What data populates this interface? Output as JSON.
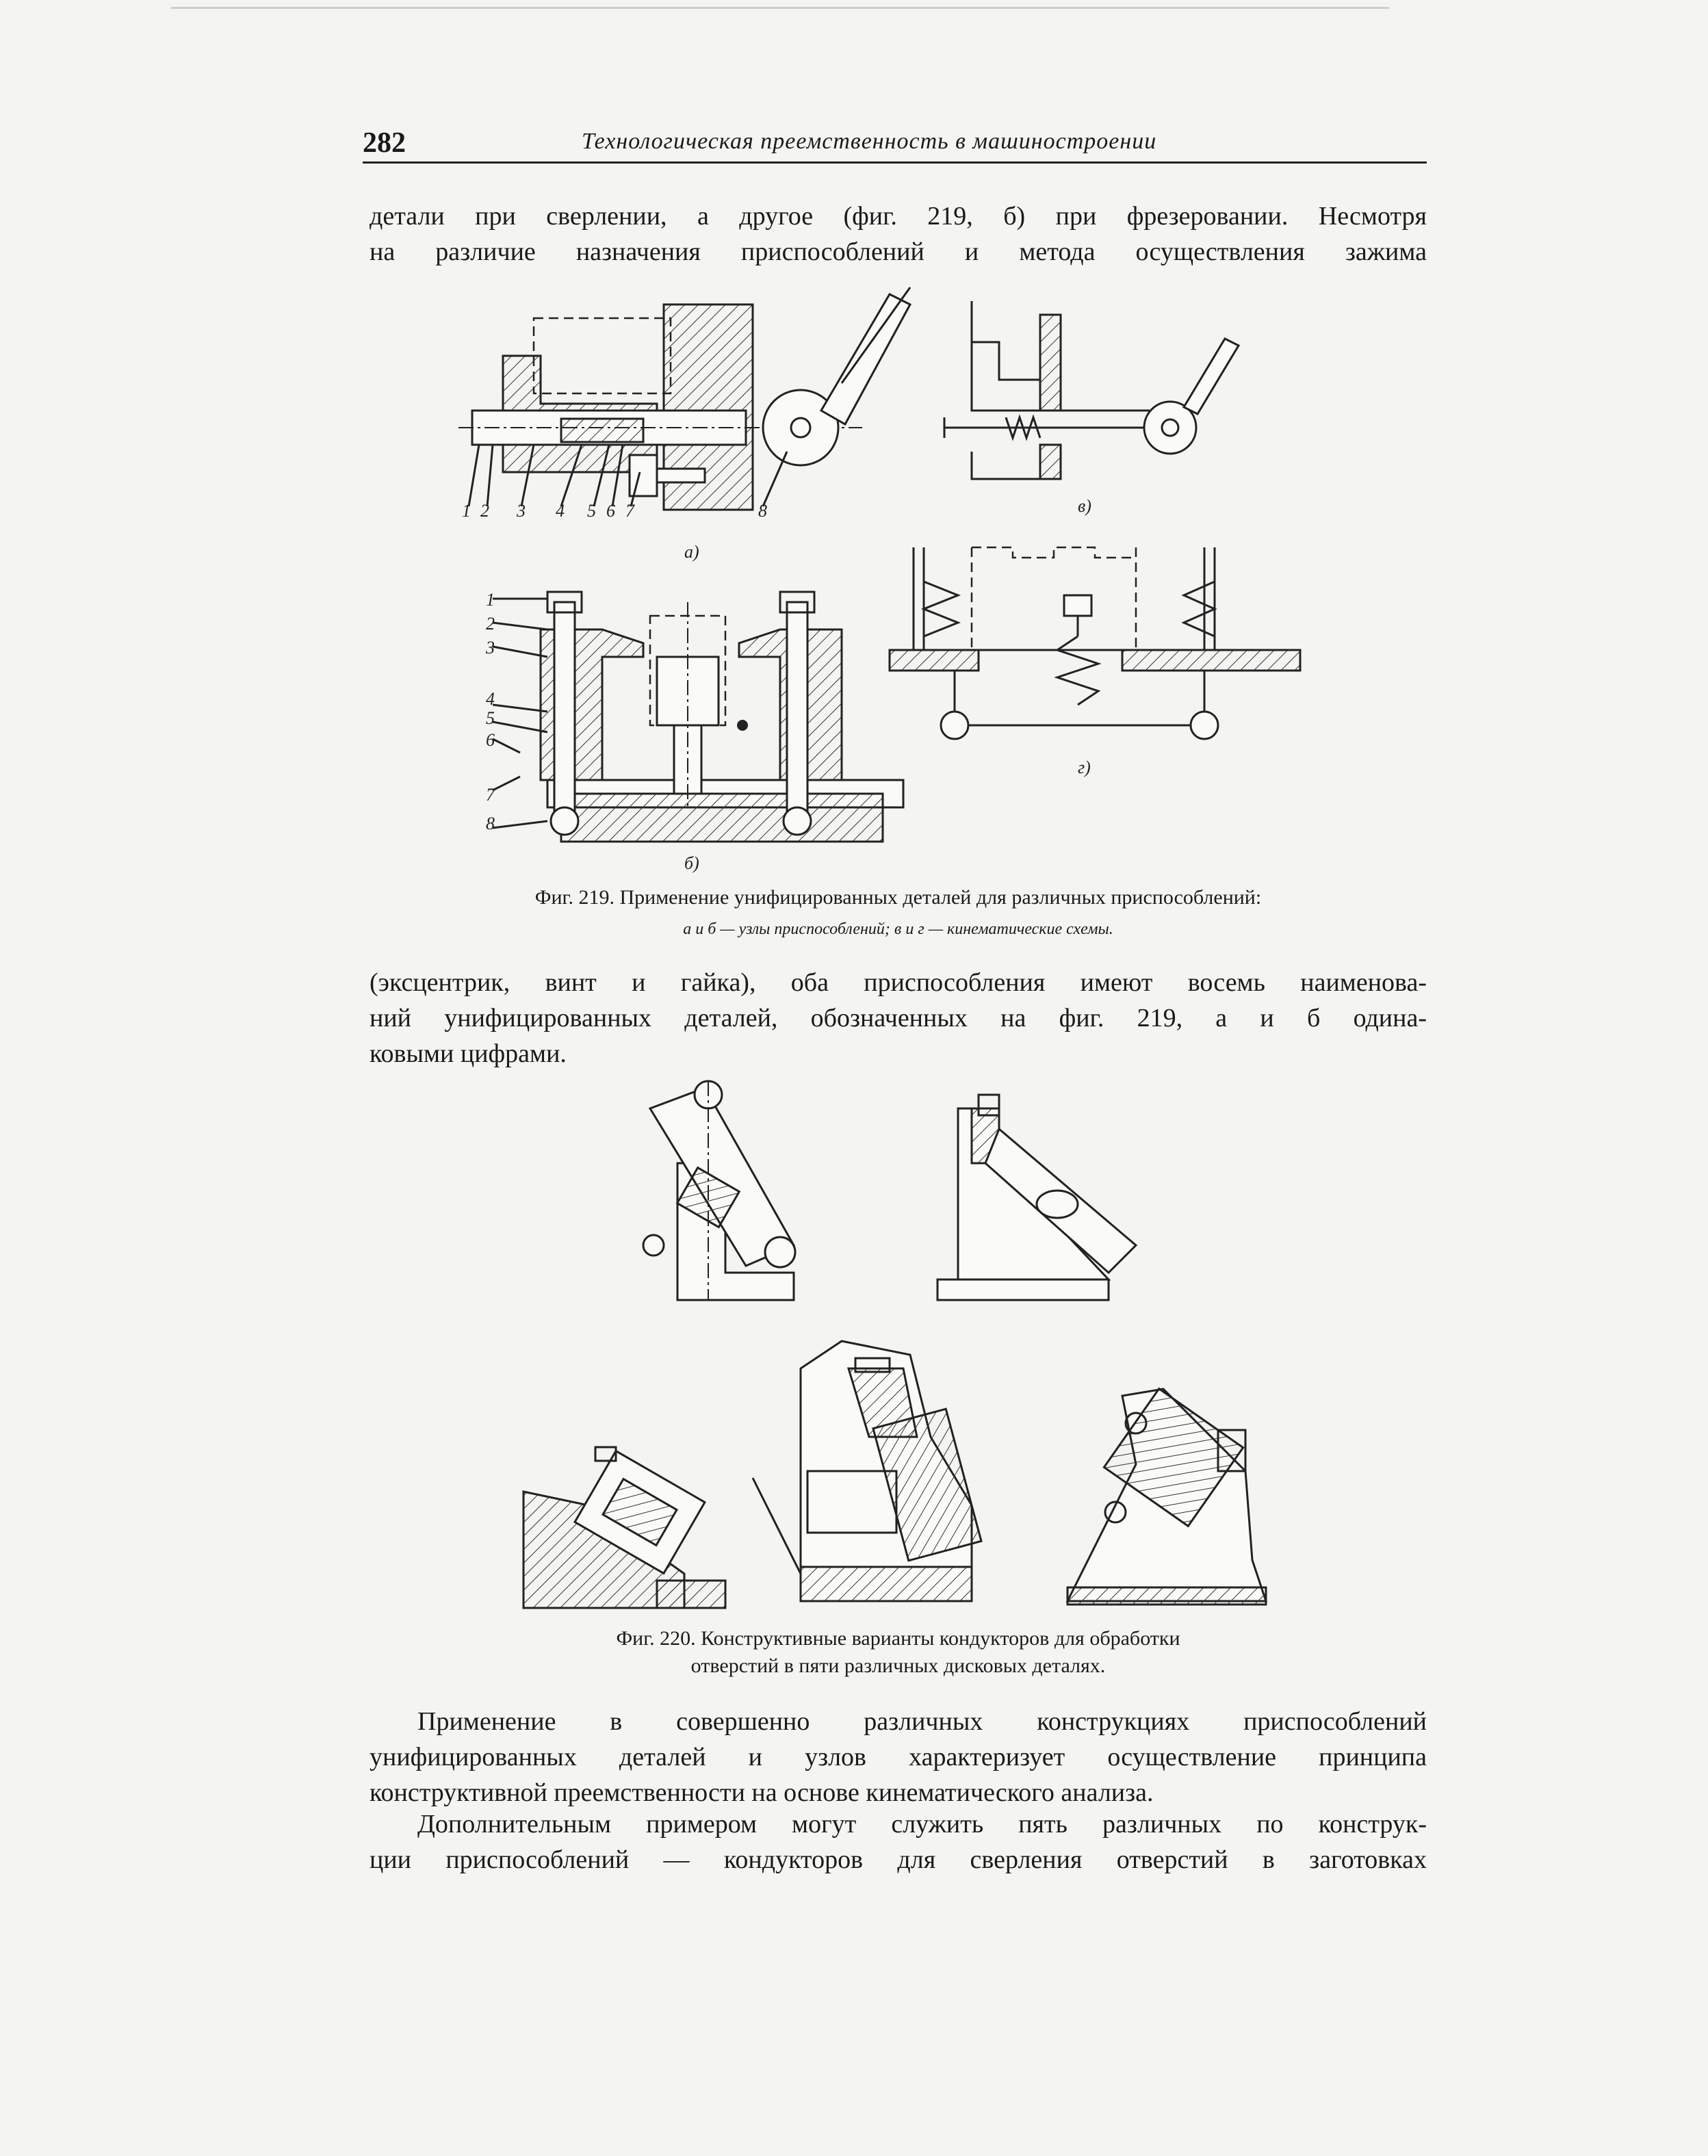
{
  "header": {
    "page_number": "282",
    "running_title": "Технологическая преемственность в машиностроении"
  },
  "paragraph_top": {
    "line1": "детали при сверлении, а другое (фиг. 219, б) при фрезеровании. Несмотря",
    "line2": "на различие назначения приспособлений и метода осуществления зажима"
  },
  "fig219": {
    "label_a": "а)",
    "label_b": "б)",
    "label_v": "в)",
    "label_g": "г)",
    "numbers_a": [
      "1",
      "2",
      "3",
      "4",
      "5",
      "6",
      "7",
      "8"
    ],
    "numbers_b": [
      "1",
      "2",
      "3",
      "4",
      "5",
      "6",
      "7",
      "8"
    ],
    "caption": "Фиг. 219. Применение унифицированных деталей для различных приспособлений:",
    "subcaption": "а и б — узлы приспособлений; в и г — кинематические схемы."
  },
  "paragraph_mid": {
    "line1": "(эксцентрик, винт и гайка), оба приспособления имеют восемь наименова-",
    "line2": "ний унифицированных деталей, обозначенных на фиг. 219, а и б одина-",
    "line3": "ковыми цифрами."
  },
  "fig220": {
    "caption_line1": "Фиг. 220. Конструктивные варианты кондукторов для обработки",
    "caption_line2": "отверстий в пяти различных дисковых деталях."
  },
  "paragraph_bottom": {
    "p1_line1": "Применение в совершенно различных конструкциях приспособлений",
    "p1_line2": "унифицированных деталей и узлов характеризует осуществление принципа",
    "p1_line3": "конструктивной преемственности на основе кинематического анализа.",
    "p2_line1": "Дополнительным примером могут служить пять различных по конструк-",
    "p2_line2": "ции приспособлений — кондукторов для сверления отверстий в заготовках"
  }
}
